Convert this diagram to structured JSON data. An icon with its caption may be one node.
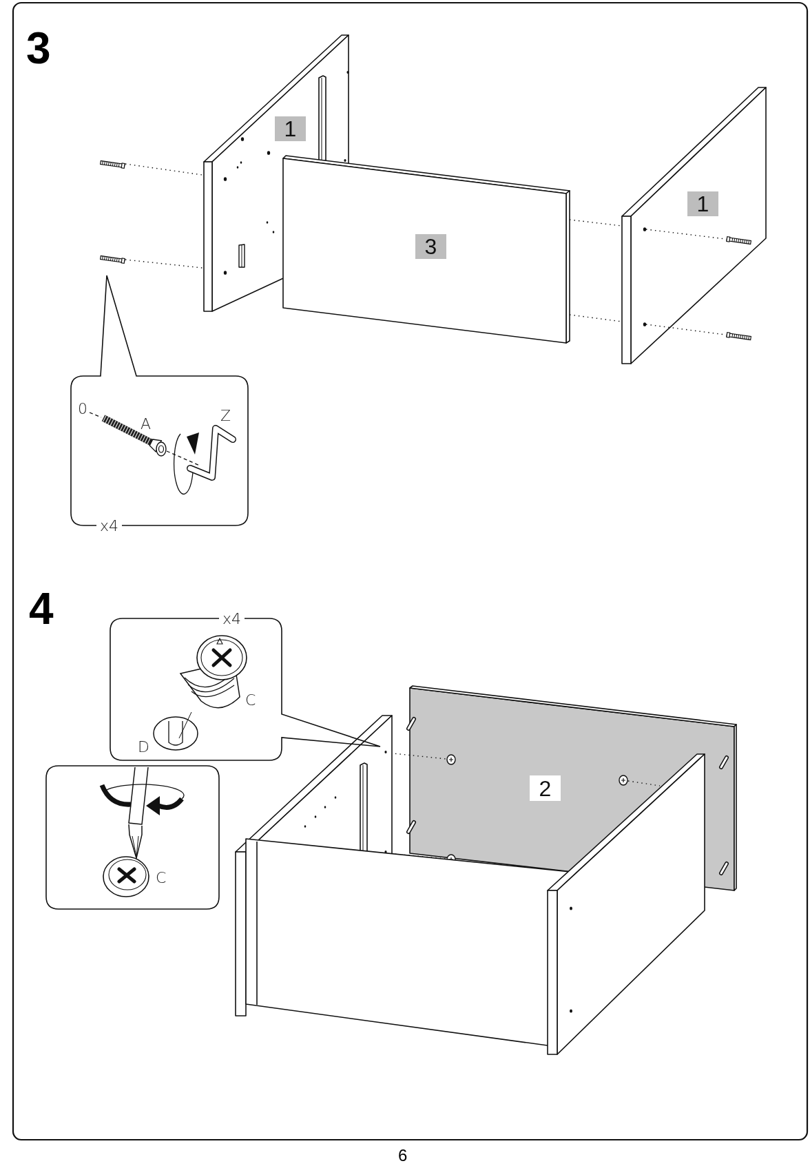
{
  "diagram": {
    "nodes": [
      {
        "text": [
          "1"
        ]
      },
      {
        "text": [
          "3"
        ]
      },
      {
        "text": [
          "1"
        ]
      },
      {
        "text": [
          "0",
          "A",
          "Z",
          "x4"
        ]
      },
      {
        "text": [
          "x4",
          "C",
          "D"
        ]
      },
      {
        "text": [
          "C"
        ]
      },
      {
        "text": [
          "2"
        ]
      }
    ],
    "labels": [
      "3",
      "4",
      "6"
    ]
  }
}
